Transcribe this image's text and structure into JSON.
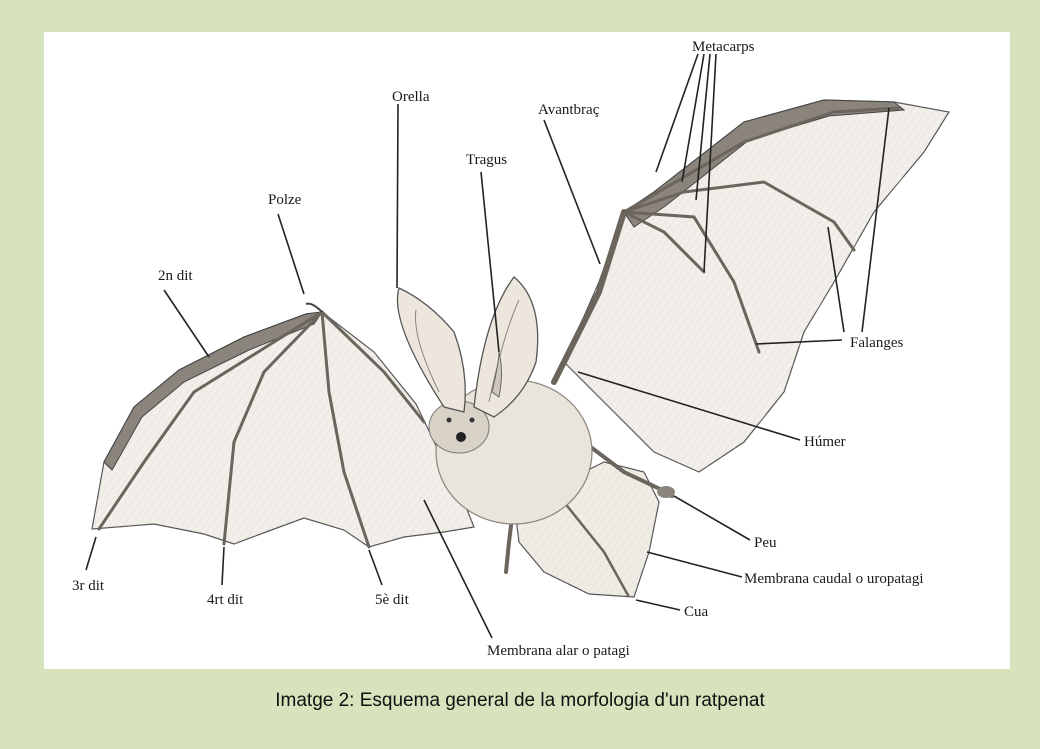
{
  "figure": {
    "labels": {
      "metacarps": "Metacarps",
      "orella": "Orella",
      "avantbrac": "Avantbraç",
      "tragus": "Tragus",
      "polze": "Polze",
      "dit2": "2n dit",
      "falanges": "Falanges",
      "humer": "Húmer",
      "peu": "Peu",
      "membrana_caudal": "Membrana caudal o uropatagi",
      "dit3": "3r dit",
      "dit4": "4rt dit",
      "dit5": "5è dit",
      "cua": "Cua",
      "membrana_alar": "Membrana alar o patagi"
    },
    "caption": "Imatge 2: Esquema general de la morfologia d'un ratpenat"
  },
  "colors": {
    "background": "#d6e3bc",
    "panel": "#ffffff",
    "ink": "#1a1a1a",
    "membrane": "#f2efea",
    "fur": "#e9e4dc"
  }
}
